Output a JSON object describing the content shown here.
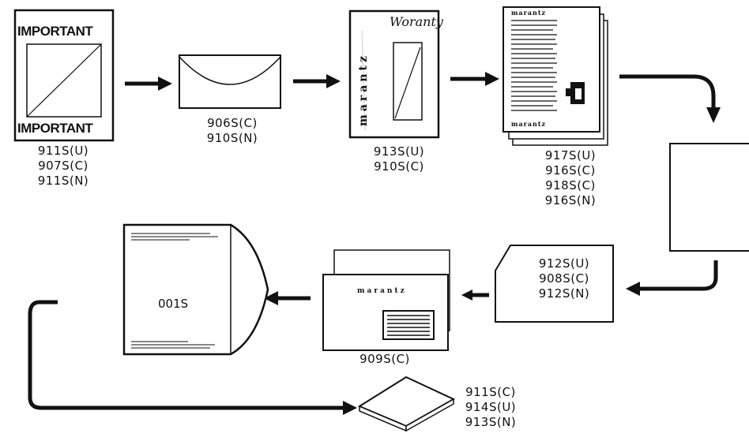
{
  "important_card": {
    "top_text": "IMPORTANT",
    "bottom_text": "IMPORTANT",
    "codes": [
      "911S(U)",
      "907S(C)",
      "911S(N)"
    ]
  },
  "envelope": {
    "codes": [
      "906S(C)",
      "910S(N)"
    ]
  },
  "warranty_card": {
    "brand": "marantz",
    "title": "Woranty",
    "codes": [
      "913S(U)",
      "910S(C)"
    ]
  },
  "manuals": {
    "brand": "marantz",
    "codes": [
      "917S(U)",
      "916S(C)",
      "918S(C)",
      "916S(N)"
    ]
  },
  "clipped_card": {
    "codes": [
      "912S(U)",
      "908S(C)",
      "912S(N)"
    ]
  },
  "folder": {
    "brand": "marantz",
    "codes": [
      "909S(C)"
    ]
  },
  "bag": {
    "code": "001S"
  },
  "booklet": {
    "codes": [
      "911S(C)",
      "914S(U)",
      "913S(N)"
    ]
  }
}
